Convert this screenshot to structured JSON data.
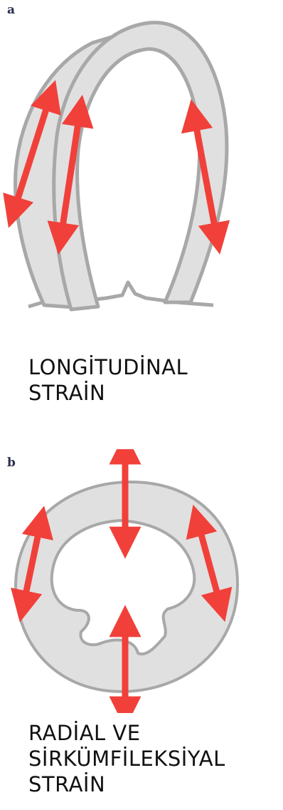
{
  "panel_a": {
    "label": "a",
    "caption_line1": "LONGİTUDİNAL",
    "caption_line2": "STRAİN"
  },
  "panel_b": {
    "label": "b",
    "caption_line1": "RADİAL VE",
    "caption_line2": "SİRKÜMFİLEKSİYAL",
    "caption_line3": "STRAİN"
  },
  "colors": {
    "arrow": "#f1403a",
    "wall_fill": "#e0e0e0",
    "wall_stroke": "#a8a8a8"
  }
}
